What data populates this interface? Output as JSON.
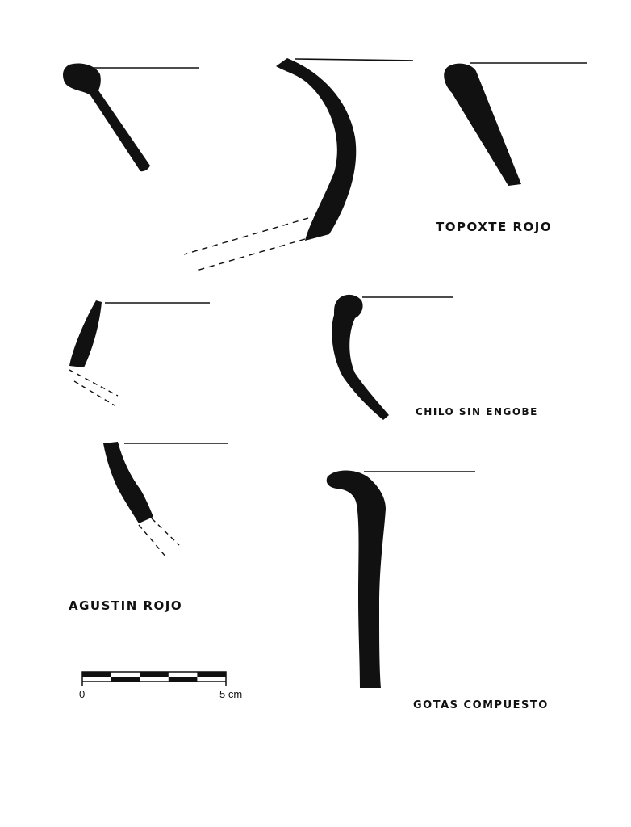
{
  "labels": {
    "topoxte": "TOPOXTE ROJO",
    "chilo": "CHILO SIN ENGOBE",
    "agustin": "AGUSTIN ROJO",
    "gotas": "GOTAS COMPUESTO"
  },
  "scale": {
    "zero": "0",
    "five": "5 cm"
  },
  "colors": {
    "ink": "#111111",
    "paper": "#ffffff"
  }
}
